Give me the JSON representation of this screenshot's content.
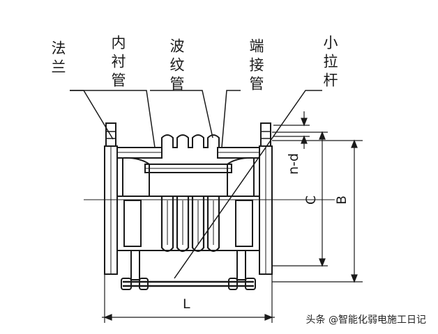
{
  "labels": {
    "flange": "法兰",
    "inner_liner": "内衬管",
    "bellows": "波纹管",
    "end_pipe": "端接管",
    "tie_rod": "小拉杆"
  },
  "dimensions": {
    "length": "L",
    "outer": "B",
    "pitch_circle": "C",
    "bolt_holes": "n-d"
  },
  "watermark": "头条 @智能化弱电施工日记"
}
